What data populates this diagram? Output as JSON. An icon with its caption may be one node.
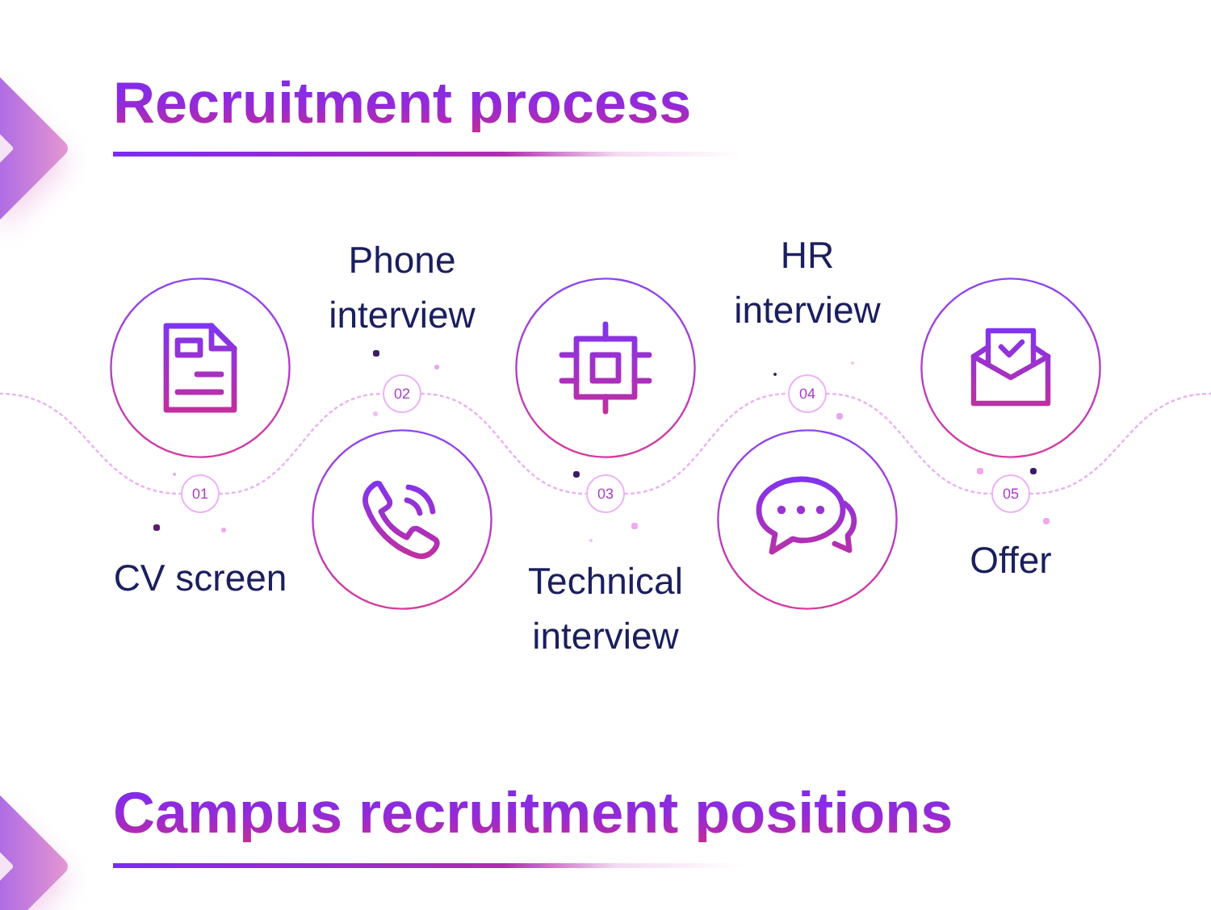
{
  "diagram": {
    "title": "Recruitment process",
    "nodes": [
      {
        "text": [
          "CV screen"
        ]
      },
      {
        "text": [
          "01"
        ]
      },
      {
        "text": [
          "Phone interview"
        ]
      },
      {
        "text": [
          "02"
        ]
      },
      {
        "text": [
          "Technical interview"
        ]
      },
      {
        "text": [
          "03"
        ]
      },
      {
        "text": [
          "HR interview"
        ]
      },
      {
        "text": [
          "04"
        ]
      },
      {
        "text": [
          "Offer"
        ]
      },
      {
        "text": [
          "05"
        ]
      }
    ],
    "edges": [
      {
        "from": 1,
        "to": 3,
        "arrow": "none",
        "style": "dashed"
      },
      {
        "from": 3,
        "to": 5,
        "arrow": "none",
        "style": "dashed"
      },
      {
        "from": 5,
        "to": 7,
        "arrow": "none",
        "style": "dashed"
      },
      {
        "from": 7,
        "to": 9,
        "arrow": "none",
        "style": "dashed"
      }
    ],
    "labels": [
      "Campus recruitment positions"
    ]
  }
}
